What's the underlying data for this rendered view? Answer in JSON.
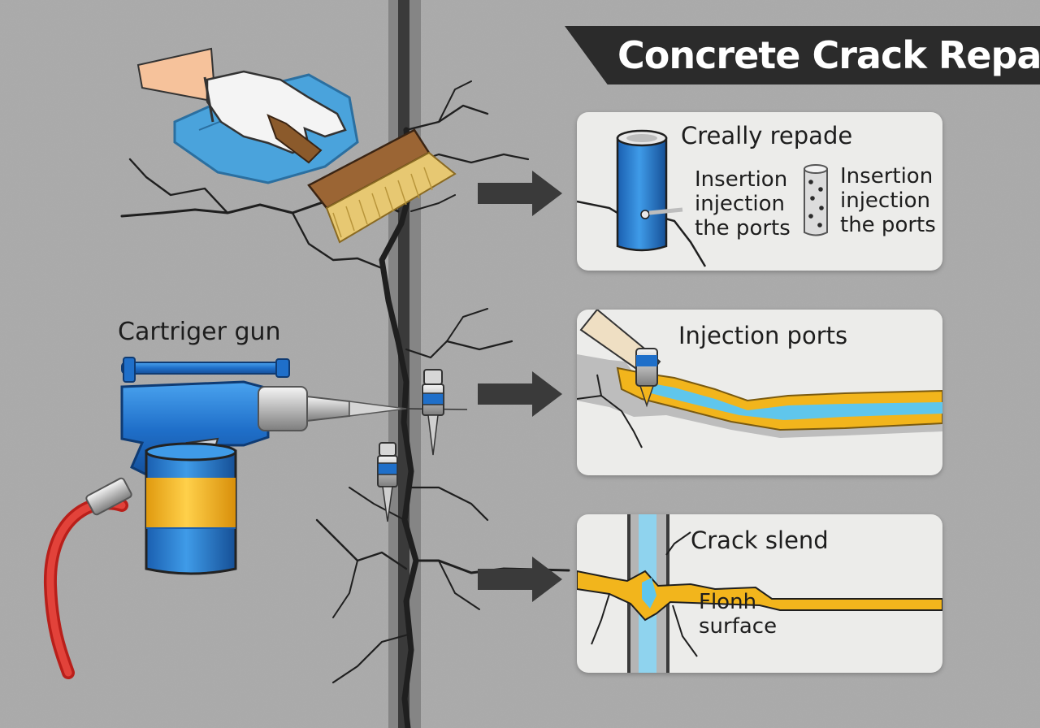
{
  "title": "Concrete Crack Repair",
  "tool_label": "Cartriger gun",
  "panels": [
    {
      "heading": "Creally repade",
      "labels": [
        "Insertion\ninjection\nthe ports",
        "Insertion\ninjection\nthe ports"
      ]
    },
    {
      "heading": "Injection ports"
    },
    {
      "heading": "Crack slend",
      "labels": [
        "Flonh\nsurface"
      ]
    }
  ],
  "colors": {
    "concrete": "#a9a9a9",
    "banner": "#2b2b2b",
    "panel": "#ececea",
    "crack": "#1f1f1f",
    "epoxy_yellow": "#f2b51c",
    "port_blue": "#1f6fc9",
    "hose_red": "#d9322b",
    "arrow": "#3a3a3a"
  },
  "icons": [
    "glove-hand-icon",
    "cleaning-cloth-icon",
    "wire-brush-icon",
    "cartridge-gun-icon",
    "air-hose-icon",
    "injection-port-icon",
    "arrow-right-icon"
  ]
}
